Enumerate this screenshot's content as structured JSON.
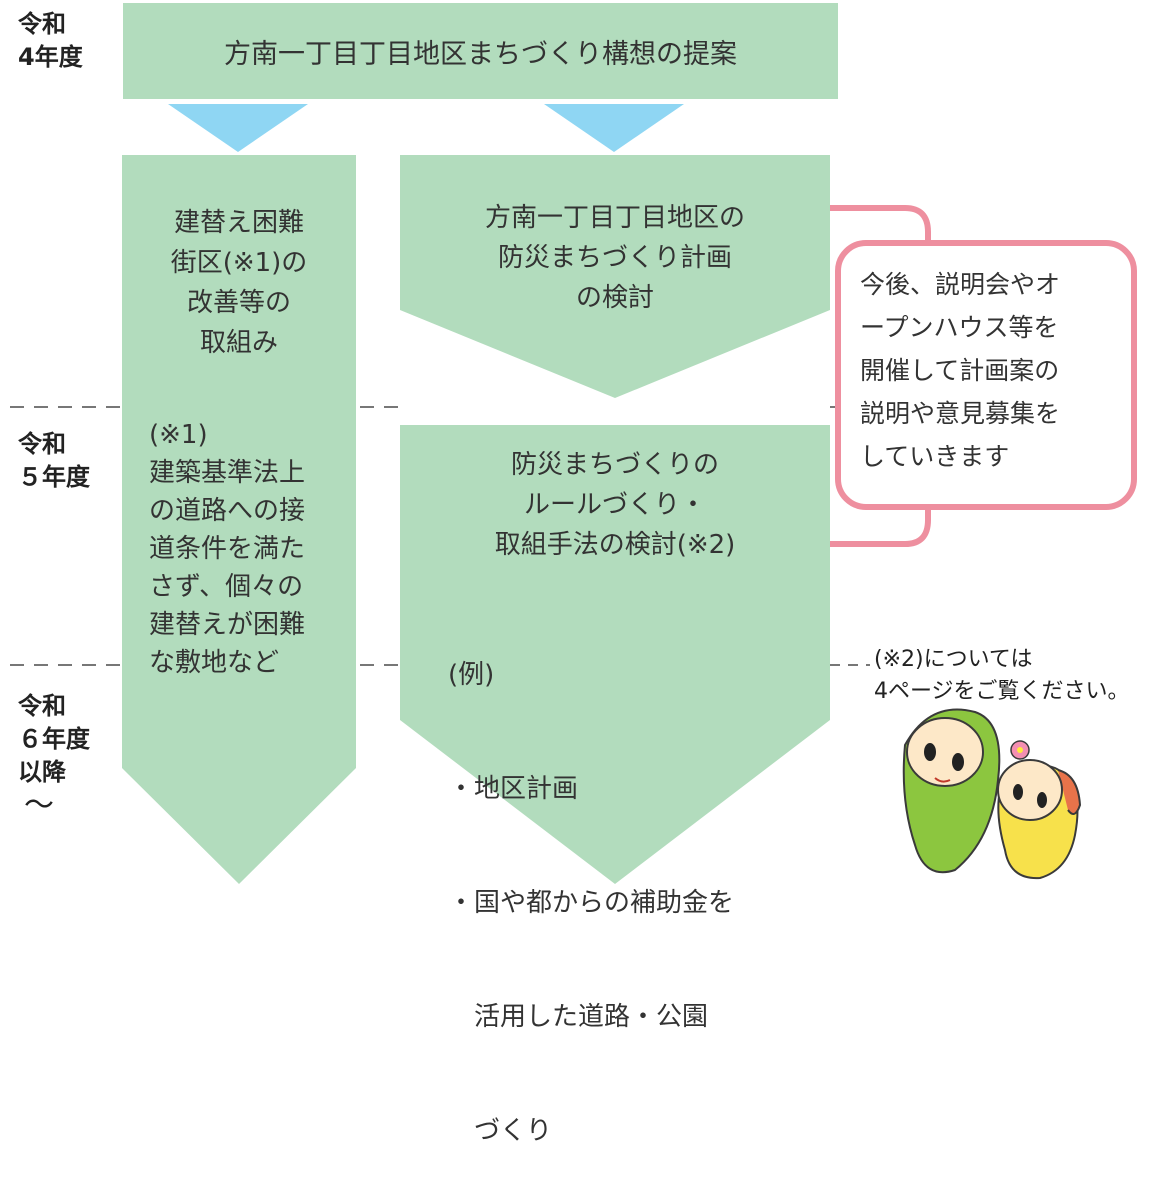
{
  "colors": {
    "box_fill": "#b2dcbd",
    "arrow_blue": "#8fd6f3",
    "callout_border": "#ee8f9f",
    "dash": "#777777"
  },
  "years": {
    "r4": [
      "令和",
      "4年度"
    ],
    "r5": [
      "令和",
      "５年度"
    ],
    "r6": [
      "令和",
      "６年度",
      "以降",
      "〜"
    ]
  },
  "top_box": {
    "label": "方南一丁目丁目地区まちづくり構想の提案"
  },
  "left_column": {
    "title": [
      "建替え困難",
      "街区(※1)の",
      "改善等の",
      "取組み"
    ],
    "footnote": [
      "(※1)",
      "建築基準法上",
      "の道路への接",
      "道条件を満た",
      "さず、個々の",
      "建替えが困難",
      "な敷地など"
    ]
  },
  "right_top": {
    "title": [
      "方南一丁目丁目地区の",
      "防災まちづくり計画",
      "の検討"
    ]
  },
  "right_bottom": {
    "title": [
      "防災まちづくりの",
      "ルールづくり・",
      "取組手法の検討(※2)"
    ],
    "example_label": "(例)",
    "items": [
      "・地区計画",
      "・国や都からの補助金を",
      "　活用した道路・公園",
      "　づくり"
    ]
  },
  "callout": {
    "lines": [
      "今後、説明会やオ",
      "ープンハウス等を",
      "開催して計画案の",
      "説明や意見募集を",
      "していきます"
    ]
  },
  "page_note": {
    "lines": [
      "(※2)については",
      "4ページをご覧ください。"
    ]
  },
  "mascot": {
    "icon": "mascot-characters"
  }
}
